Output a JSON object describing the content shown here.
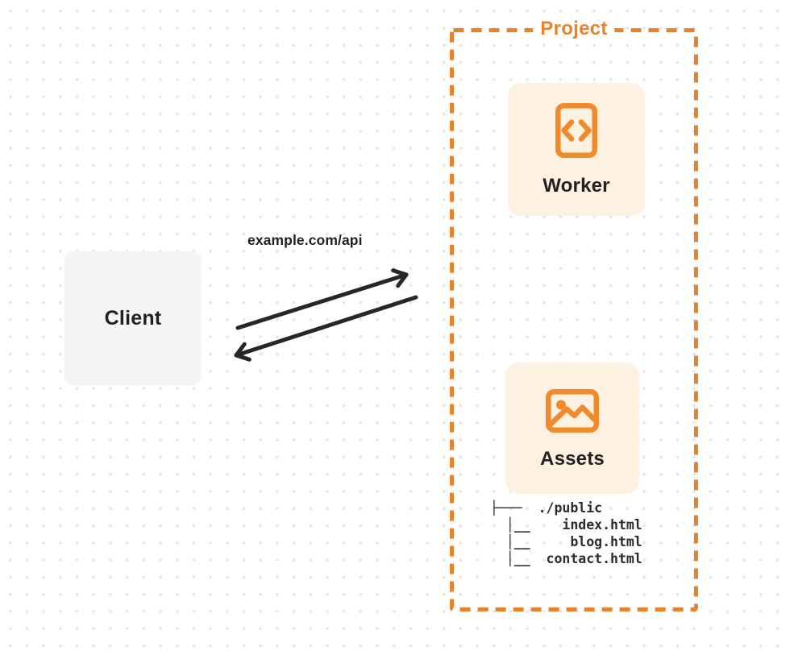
{
  "diagram": {
    "client": {
      "label": "Client"
    },
    "request": {
      "label": "example.com/api"
    },
    "project": {
      "label": "Project",
      "nodes": [
        {
          "id": "worker",
          "label": "Worker",
          "icon": "code-file-icon"
        },
        {
          "id": "assets",
          "label": "Assets",
          "icon": "image-icon"
        }
      ],
      "file_tree": {
        "line1": "├───  ./public",
        "line2": "  │__    index.html",
        "line3": "  │__     blog.html",
        "line4": "  │__  contact.html"
      }
    },
    "colors": {
      "accent_orange": "#e8832c",
      "icon_orange": "#f08a2b",
      "card_background": "#fdf1e2",
      "client_background": "#f5f5f6",
      "arrow": "#272727",
      "text": "#212121",
      "grid_dot": "#e4e4e4"
    }
  }
}
